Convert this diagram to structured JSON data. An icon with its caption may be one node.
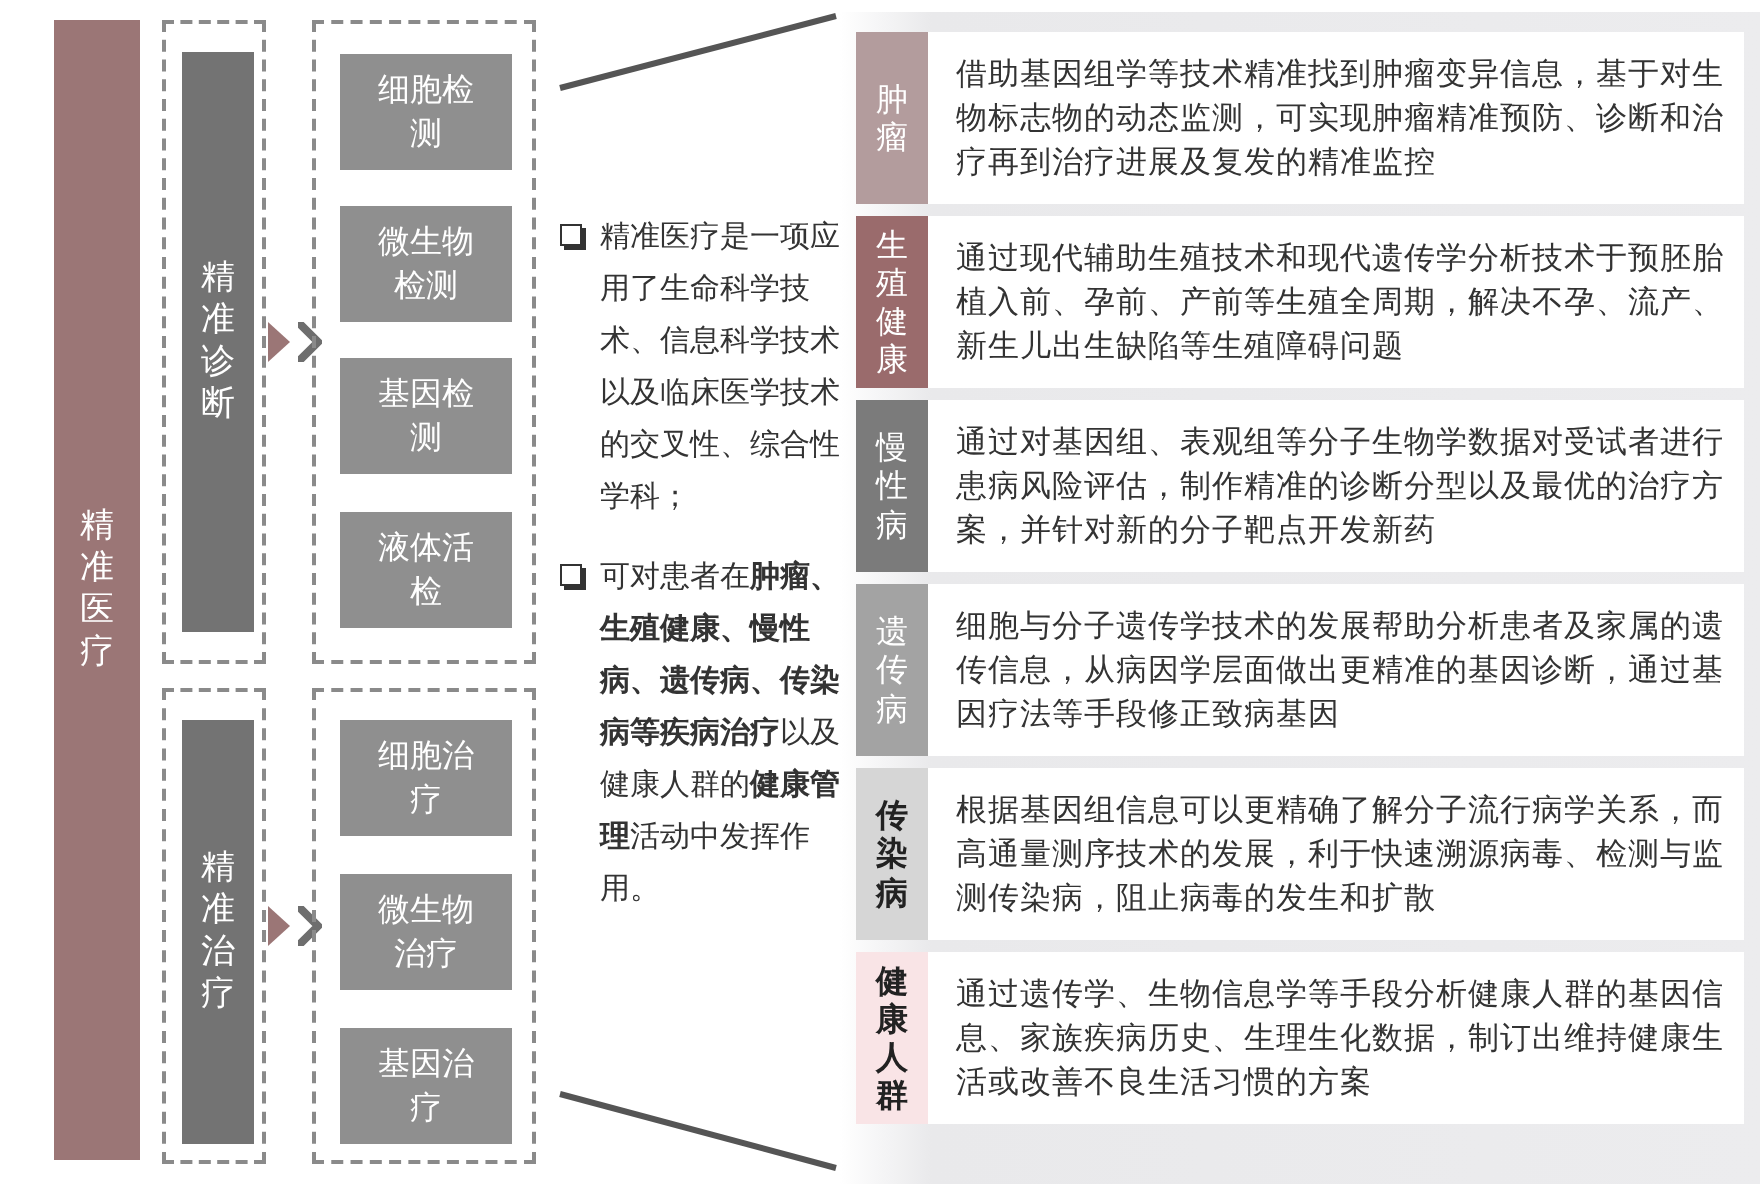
{
  "diagram": {
    "nodes": [
      {
        "text": [
          "精准医疗"
        ]
      },
      {
        "text": [],
        "shape": "box"
      },
      {
        "text": [
          "精准诊断"
        ],
        "in": 1
      },
      {
        "text": [],
        "shape": "box"
      },
      {
        "text": [
          "细胞检测"
        ],
        "in": 3
      },
      {
        "text": [
          "微生物检测"
        ],
        "in": 3
      },
      {
        "text": [
          "基因检测"
        ],
        "in": 3
      },
      {
        "text": [
          "液体活检"
        ],
        "in": 3
      },
      {
        "text": [],
        "shape": "box"
      },
      {
        "text": [
          "精准治疗"
        ],
        "in": 8
      },
      {
        "text": [],
        "shape": "box"
      },
      {
        "text": [
          "细胞治疗"
        ],
        "in": 10
      },
      {
        "text": [
          "微生物治疗"
        ],
        "in": 10
      },
      {
        "text": [
          "基因治疗"
        ],
        "in": 10
      },
      {
        "text": [
          "肿瘤",
          "借助基因组学等技术精准找到肿瘤变异信息，基于对生物标志物的动态监测，可实现肿瘤精准预防、诊断和治疗再到治疗进展及复发的精准监控"
        ]
      },
      {
        "text": [
          "生殖健康",
          "通过现代辅助生殖技术和现代遗传学分析技术于预胚胎植入前、孕前、产前等生殖全周期，解决不孕、流产、新生儿出生缺陷等生殖障碍问题"
        ]
      },
      {
        "text": [
          "慢性病",
          "通过对基因组、表观组等分子生物学数据对受试者进行患病风险评估，制作精准的诊断分型以及最优的治疗方案，并针对新的分子靶点开发新药"
        ]
      },
      {
        "text": [
          "遗传病",
          "细胞与分子遗传学技术的发展帮助分析患者及家属的遗传信息，从病因学层面做出更精准的基因诊断，通过基因疗法等手段修正致病基因"
        ]
      },
      {
        "text": [
          "传染病",
          "根据基因组信息可以更精确了解分子流行病学关系，而高通量测序技术的发展，利于快速溯源病毒、检测与监测传染病，阻止病毒的发生和扩散"
        ]
      },
      {
        "text": [
          "健康人群",
          "通过遗传学、生物信息学等手段分析健康人群的基因信息、家族疾病历史、生理生化数据，制订出维持健康生活或改善不良生活习惯的方案"
        ]
      }
    ],
    "edges": [
      {
        "from": 1,
        "to": 3,
        "arrow": "to"
      },
      {
        "from": 8,
        "to": 10,
        "arrow": "to"
      }
    ],
    "labels": [
      "精准医疗是一项应用了生命科学技术、信息科学技术以及临床医学技术的交叉性、综合性学科；",
      "可对患者在**肿瘤、生殖健康、慢性病、遗传病、传染病等疾病治疗**以及健康人群的**健康管理**活动中发挥作用。"
    ]
  }
}
